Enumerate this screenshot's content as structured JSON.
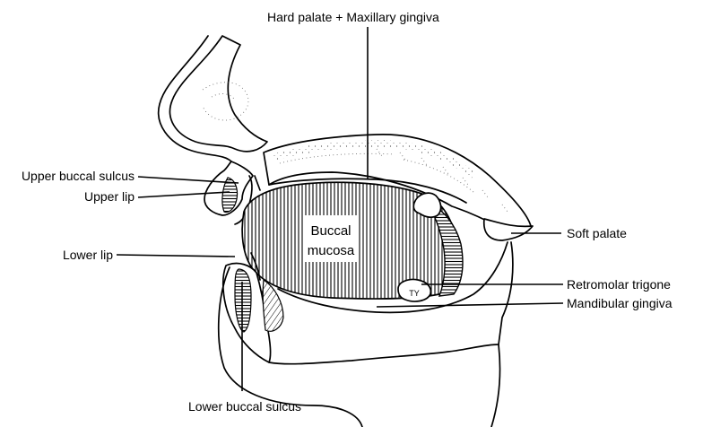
{
  "labels": {
    "hard_palate": "Hard palate + Maxillary gingiva",
    "upper_buccal_sulcus": "Upper buccal sulcus",
    "upper_lip": "Upper lip",
    "lower_lip": "Lower lip",
    "lower_buccal_sulcus": "Lower buccal sulcus",
    "buccal_mucosa_line1": "Buccal",
    "buccal_mucosa_line2": "mucosa",
    "soft_palate": "Soft palate",
    "retromolar_trigone": "Retromolar trigone",
    "mandibular_gingiva": "Mandibular gingiva"
  }
}
